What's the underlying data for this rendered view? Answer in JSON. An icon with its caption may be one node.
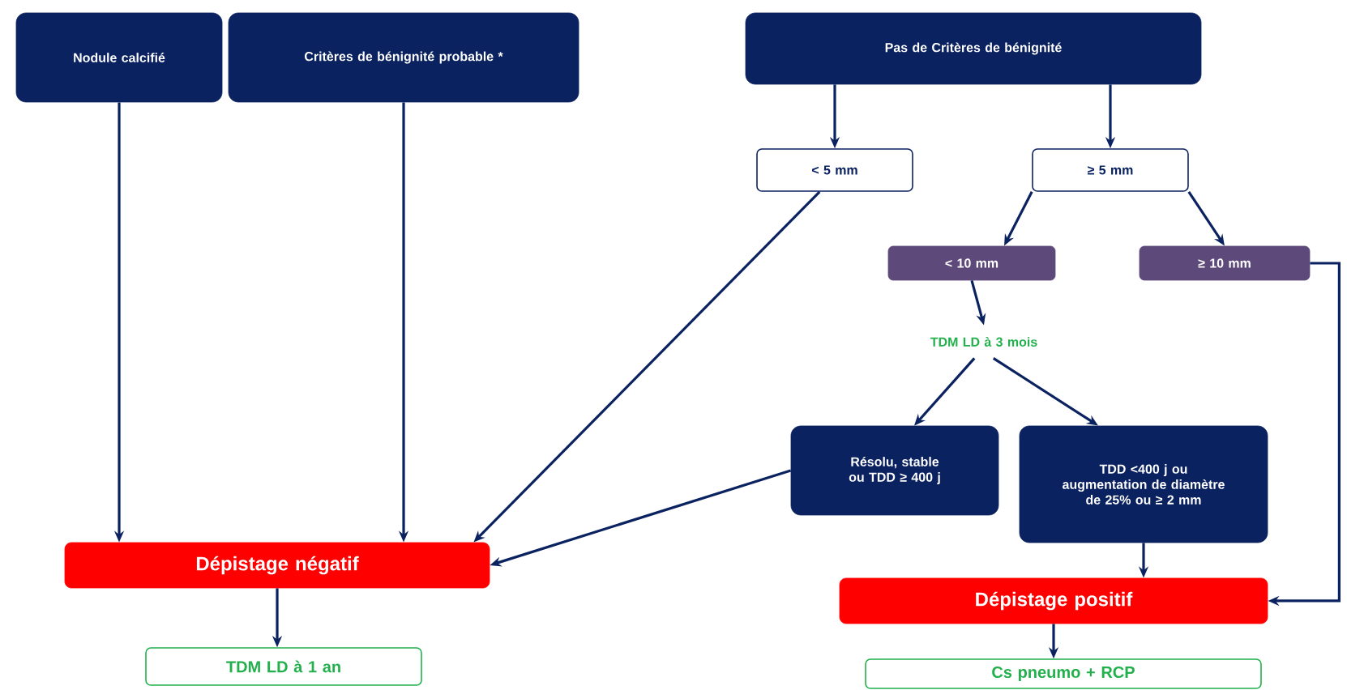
{
  "diagram": {
    "nodes": [
      {
        "text": [
          "Nodule calcifié"
        ]
      },
      {
        "text": [
          "Critères de bénignité probable *"
        ]
      },
      {
        "text": [
          "Pas de  Critères de bénignité"
        ]
      },
      {
        "text": [
          "< 5 mm"
        ]
      },
      {
        "text": [
          "≥ 5 mm"
        ]
      },
      {
        "text": [
          "< 10 mm"
        ]
      },
      {
        "text": [
          "≥ 10 mm"
        ]
      },
      {
        "text": [
          "TDM  LD à 3 mois"
        ]
      },
      {
        "text": [
          "Résolu, stable ou TDD ≥ 400 j"
        ]
      },
      {
        "text": [
          "TDD <400 j ou augmentation de diamètre de 25% ou ≥ 2 mm"
        ]
      },
      {
        "text": [
          "Dépistage  négatif"
        ]
      },
      {
        "text": [
          "TDM LD à 1 an"
        ]
      },
      {
        "text": [
          "Dépistage  positif"
        ]
      },
      {
        "text": [
          "Cs pneumo + RCP"
        ]
      }
    ],
    "edges": [
      {
        "from": 0,
        "to": 10,
        "arrow": "to"
      },
      {
        "from": 1,
        "to": 10,
        "arrow": "to"
      },
      {
        "from": 3,
        "to": 10,
        "arrow": "to"
      },
      {
        "from": 8,
        "to": 10,
        "arrow": "to"
      },
      {
        "from": 2,
        "to": 3,
        "arrow": "to"
      },
      {
        "from": 2,
        "to": 4,
        "arrow": "to"
      },
      {
        "from": 4,
        "to": 5,
        "arrow": "to"
      },
      {
        "from": 4,
        "to": 6,
        "arrow": "to"
      },
      {
        "from": 5,
        "to": 7,
        "arrow": "to"
      },
      {
        "from": 7,
        "to": 8,
        "arrow": "to"
      },
      {
        "from": 7,
        "to": 9,
        "arrow": "to"
      },
      {
        "from": 9,
        "to": 12,
        "arrow": "to"
      },
      {
        "from": 6,
        "to": 12,
        "arrow": "to"
      },
      {
        "from": 10,
        "to": 11,
        "arrow": "to"
      },
      {
        "from": 12,
        "to": 13,
        "arrow": "to"
      }
    ]
  }
}
